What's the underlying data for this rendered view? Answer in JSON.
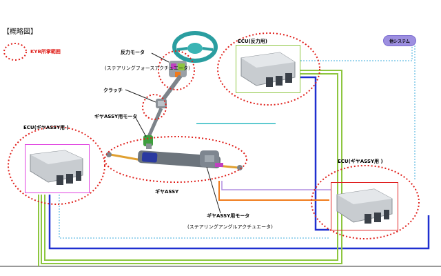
{
  "header": {
    "title": "【概略図】"
  },
  "legend": {
    "label": "KYB所掌範囲",
    "color": "#e0201b"
  },
  "other_system": {
    "label": "他システム",
    "color": "#9d8fe0"
  },
  "components": {
    "reaction_motor": "反力モータ",
    "steering_force_actuator": "(ステアリングフォースアクチュエータ)",
    "clutch": "クラッチ",
    "gear_assy_motor_top": "ギヤASSY用モータ",
    "gear_assy": "ギヤASSY",
    "gear_assy_motor_bottom": "ギヤASSY用モータ",
    "steering_angle_actuator": "(ステアリングアングルアクチュエータ)"
  },
  "ecus": {
    "reaction": {
      "label": "ECU(反力用)",
      "frame_color": "#8dc63f"
    },
    "gear_left": {
      "label": "ECU(ギヤASSY用 )",
      "frame_color": "#e040e0"
    },
    "gear_right": {
      "label": "ECU(ギヤASSY用 )",
      "frame_color": "#e02020"
    }
  },
  "wires": {
    "blue": "#1f2fd0",
    "green": "#8dc63f",
    "orange": "#f07a1a",
    "lightblue": "#7ec8e8",
    "lavender": "#b08ee0",
    "teal": "#28b8c0"
  }
}
